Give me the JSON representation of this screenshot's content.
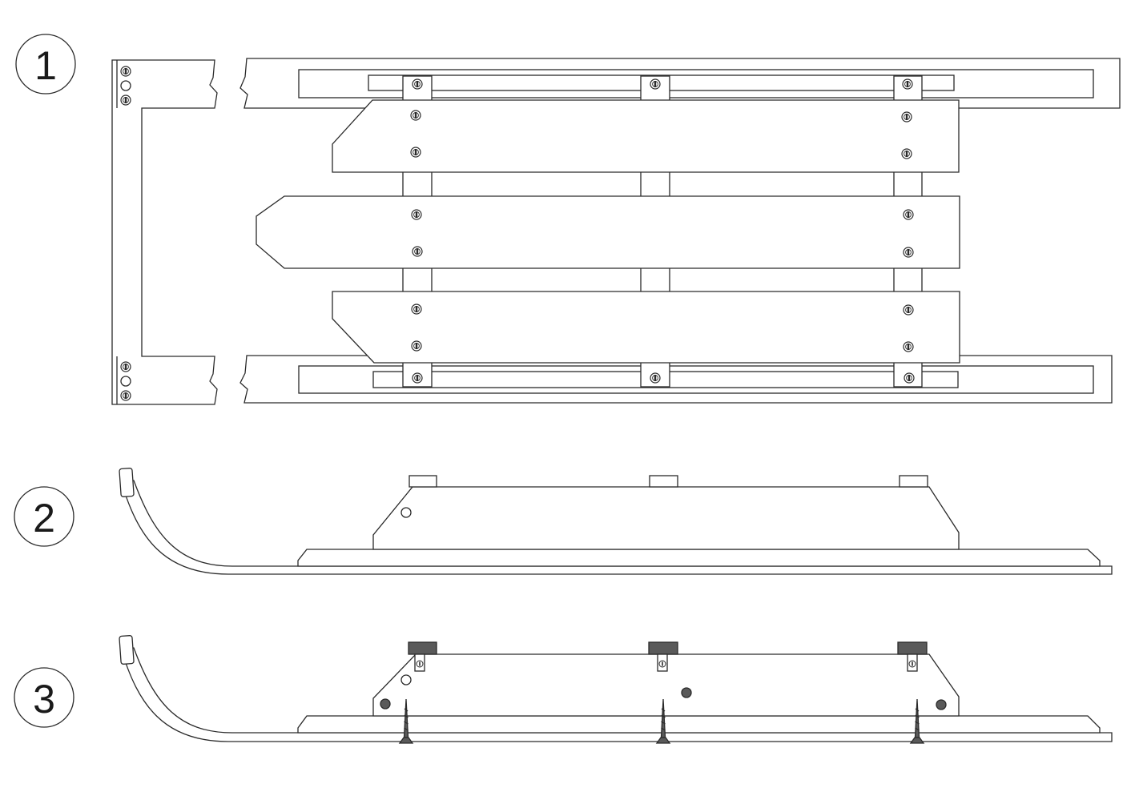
{
  "steps": [
    {
      "label": "1"
    },
    {
      "label": "2"
    },
    {
      "label": "3"
    }
  ]
}
